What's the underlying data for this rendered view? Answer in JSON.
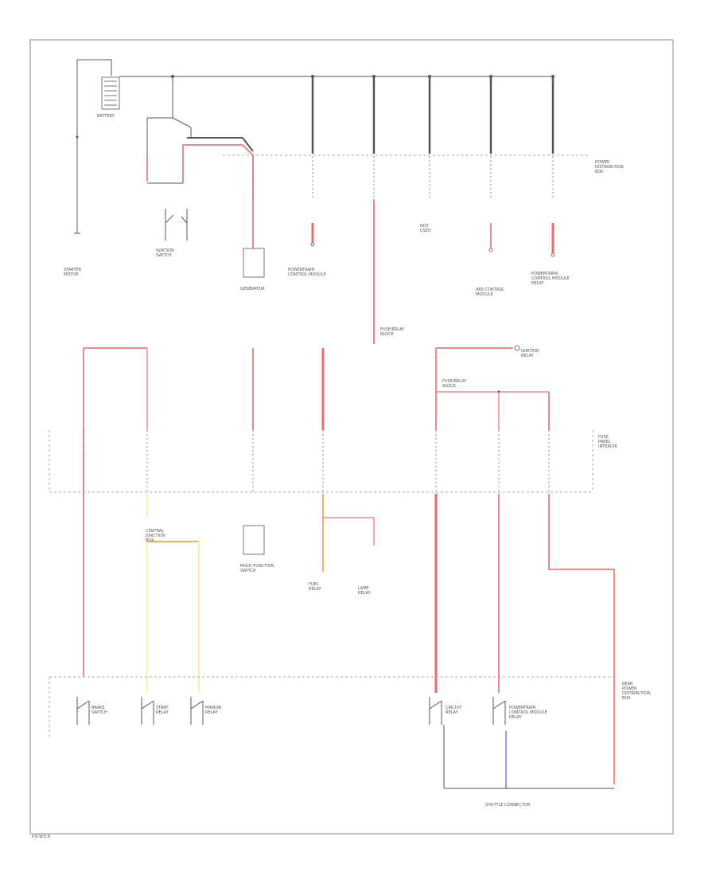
{
  "colors": {
    "wire_black": "#555555",
    "wire_red": "#f08a8a",
    "wire_red_thick": "#f26a6a",
    "wire_yellow": "#f3ef8c",
    "wire_orange": "#f0b060",
    "wire_blue": "#9999ee",
    "frame": "#888888",
    "dashed_box": "#aaaaaa",
    "background": "#ffffff"
  },
  "labels": {
    "battery": "BATTERY",
    "starter_motor": "STARTER\nMOTOR",
    "ignition_switch": "IGNITION\nSWITCH",
    "generator": "GENERATOR",
    "powertrain_module": "POWERTRAIN\nCONTROL MODULE",
    "not_used": "NOT\nUSED",
    "fuse_block": "FUSE/RELAY\nBLOCK",
    "abs_control": "ABS CONTROL\nMODULE",
    "power_distribution_box": "POWER\nDISTRIBUTION\nBOX",
    "pcm_relay": "POWERTRAIN\nCONTROL MODULE\nRELAY",
    "interior_fuse_panel": "FUSE\nPANEL\nINTERIOR",
    "central_junction_box": "CENTRAL\nJUNCTION\nBOX",
    "ignition_relay": "IGNITION\nRELAY",
    "multi_function": "MULTI-FUNCTION\nSWITCH",
    "brake_switch": "BRAKE\nSWITCH",
    "start_relay": "START\nRELAY",
    "mirror_relay": "MIRROR\nRELAY",
    "fuel_relay": "FUEL\nRELAY",
    "lamp_relay": "LAMP\nRELAY",
    "circuit_relay": "CIRCUIT\nRELAY",
    "rear_power_distribution": "REAR\nPOWER\nDISTRIBUTION\nBOX",
    "shuttle_connector": "SHUTTLE CONNECTOR",
    "page_ref": "P.O.W.E.R"
  }
}
